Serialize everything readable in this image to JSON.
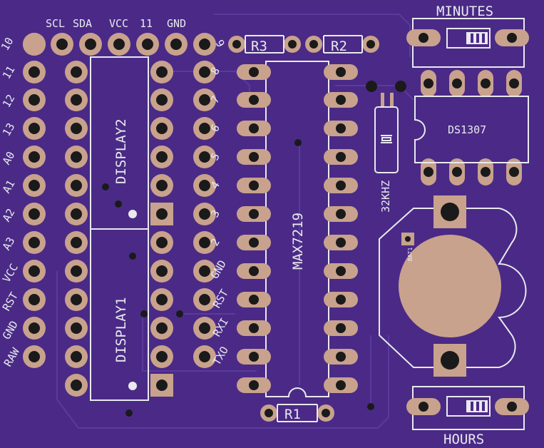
{
  "board": {
    "background": "#4a2a86",
    "silkscreen_color": "#e9e9ef",
    "pad_color": "#c8a28c",
    "trace_color": "#5a3a9c"
  },
  "header_top_labels": [
    "SCL",
    "SDA",
    "VCC",
    "11",
    "GND",
    "9"
  ],
  "left_labels": [
    "10",
    "11",
    "12",
    "13",
    "A0",
    "A1",
    "A2",
    "A3",
    "VCC",
    "RST",
    "GND",
    "RAW"
  ],
  "inner_labels": [
    "8",
    "7",
    "6",
    "5",
    "4",
    "3",
    "2",
    "GND",
    "RST",
    "RXI",
    "TXO"
  ],
  "components": {
    "display2": "DISPLAY2",
    "display1": "DISPLAY1",
    "max7219": "MAX7219",
    "ds1307": "DS1307",
    "crystal": "32KHZ",
    "battery": "BAT1",
    "r1": "R1",
    "r2": "R2",
    "r3": "R3"
  },
  "buttons": {
    "minutes": "MINUTES",
    "hours": "HOURS"
  }
}
